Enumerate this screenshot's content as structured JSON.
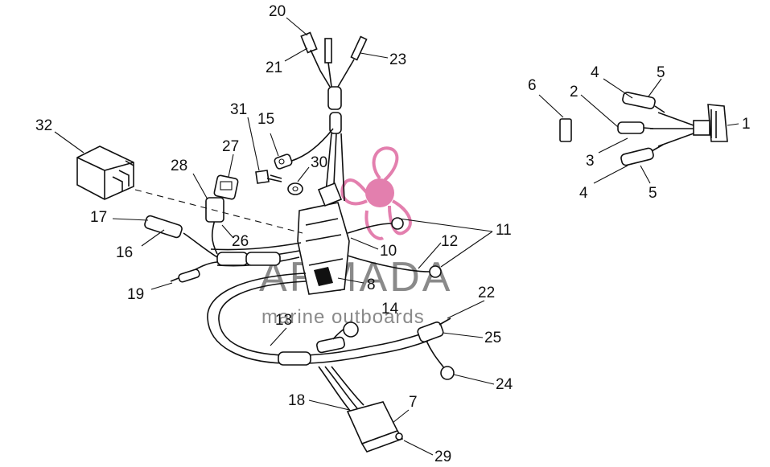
{
  "watermark": {
    "title": "ARMADA",
    "subtitle": "marine outboards",
    "brand_color": "#e37fae",
    "logo_icon": "propeller-logo-icon"
  },
  "callouts": [
    "1",
    "2",
    "3",
    "4",
    "4",
    "5",
    "5",
    "6",
    "7",
    "8",
    "10",
    "11",
    "12",
    "13",
    "14",
    "15",
    "16",
    "17",
    "18",
    "19",
    "20",
    "21",
    "22",
    "23",
    "24",
    "25",
    "26",
    "27",
    "28",
    "29",
    "30",
    "31",
    "32"
  ]
}
